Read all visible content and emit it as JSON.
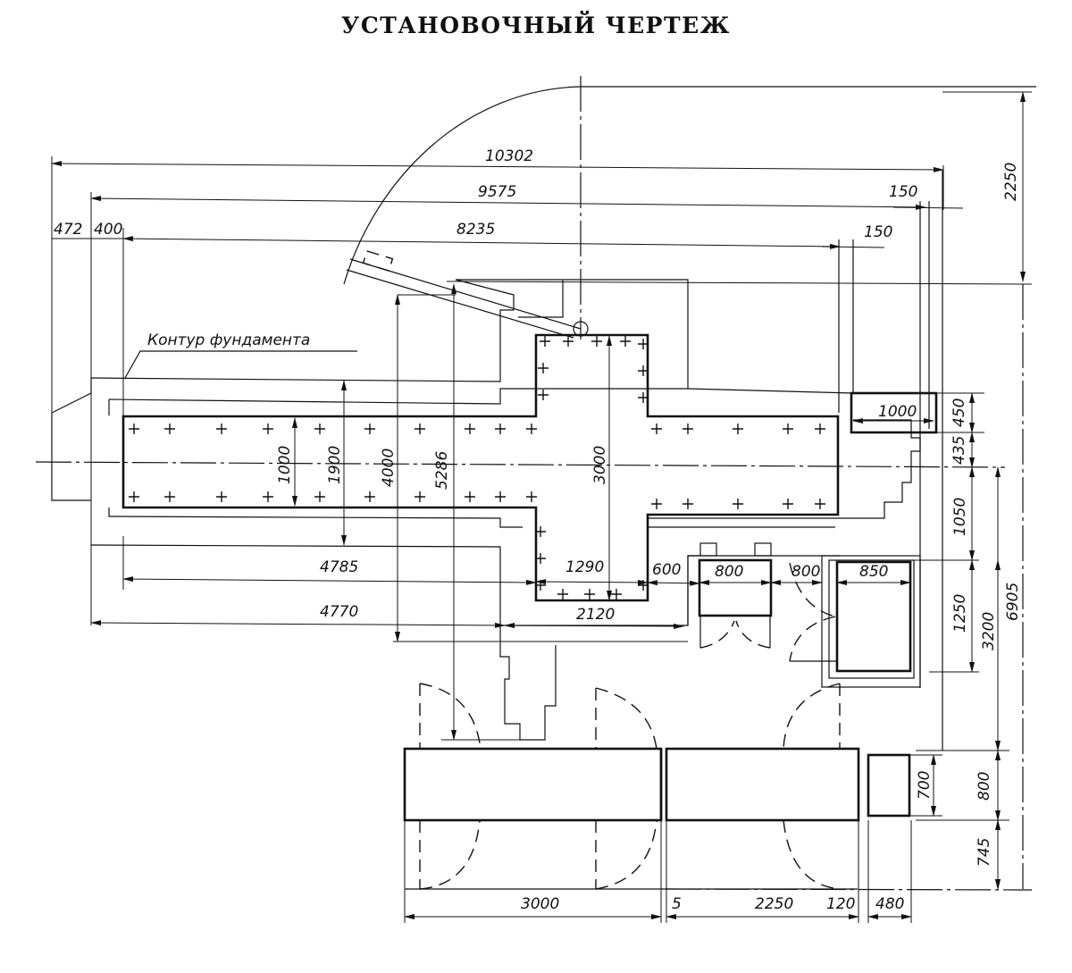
{
  "title": "УСТАНОВОЧНЫЙ ЧЕРТЕЖ",
  "annotation": "Контур фундамента",
  "dimensions": {
    "d10302": "10302",
    "d9575": "9575",
    "d8235": "8235",
    "d472": "472",
    "d400": "400",
    "d150a": "150",
    "d150b": "150",
    "d2250v": "2250",
    "d1000h": "1000",
    "d450": "450",
    "d435": "435",
    "d1050": "1050",
    "d1250": "1250",
    "d3200": "3200",
    "d6905": "6905",
    "d1000v": "1000",
    "d1900": "1900",
    "d4000": "4000",
    "d5286": "5286",
    "d3000v": "3000",
    "d4785": "4785",
    "d4770": "4770",
    "d1290": "1290",
    "d2120": "2120",
    "d600": "600",
    "d800a": "800",
    "d800b": "800",
    "d850": "850",
    "d700": "700",
    "d800v": "800",
    "d745": "745",
    "d3000h": "3000",
    "d5": "5",
    "d2250h": "2250",
    "d120": "120",
    "d480": "480"
  }
}
